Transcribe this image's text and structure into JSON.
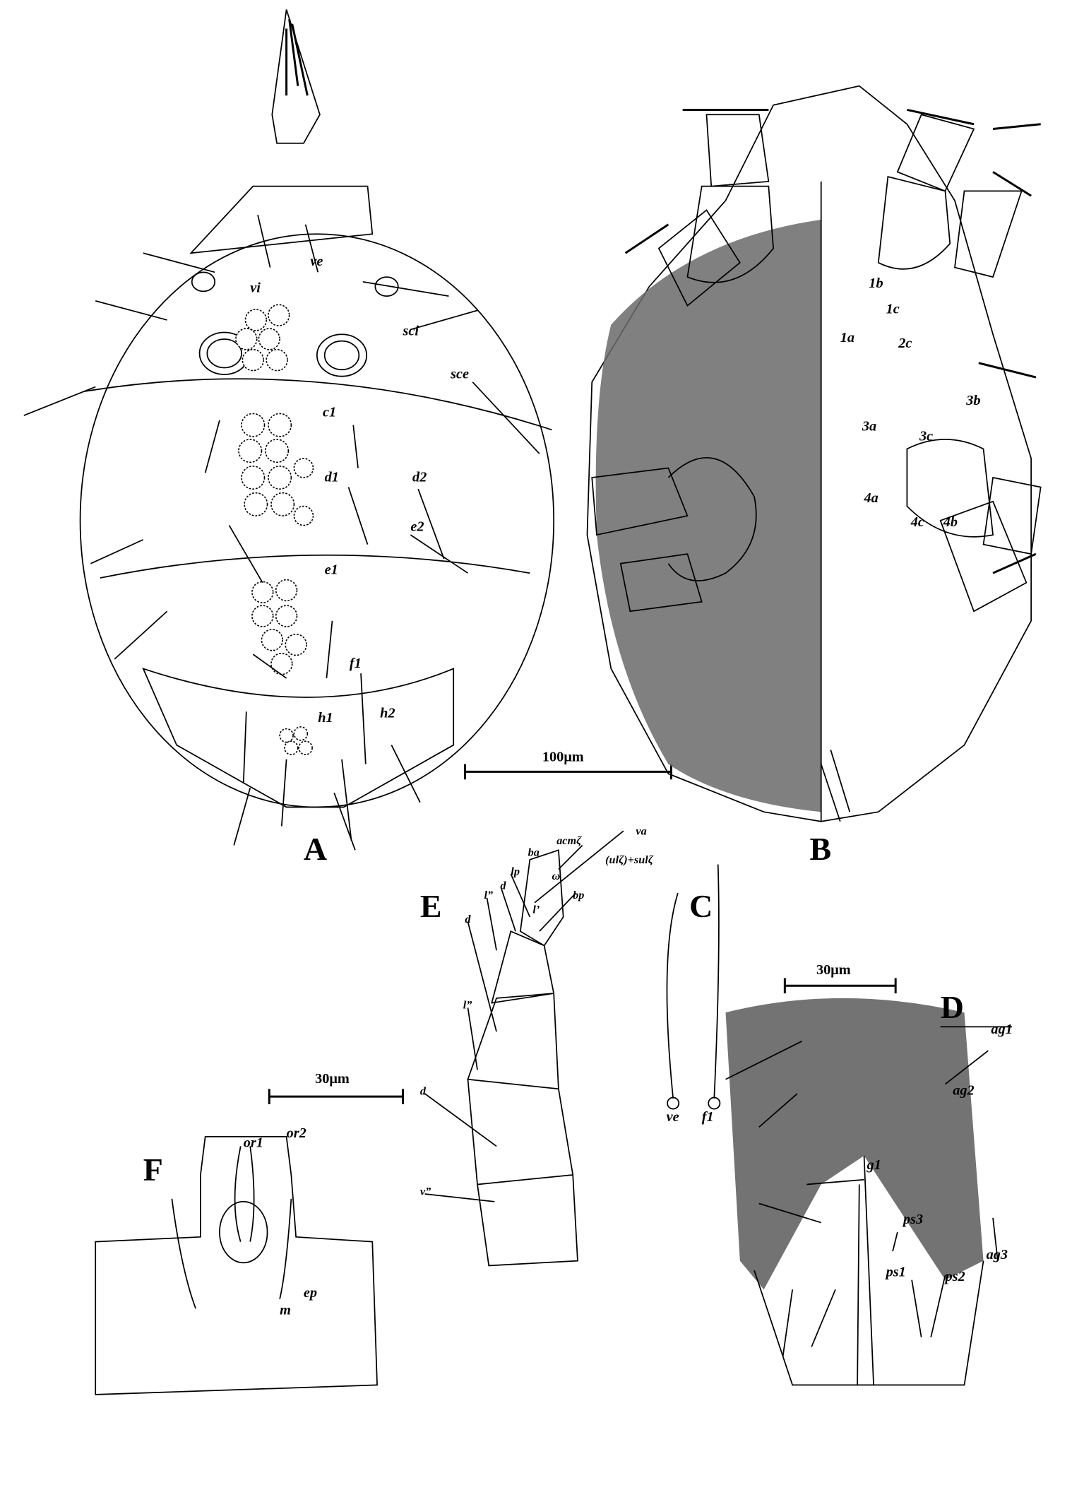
{
  "panels": {
    "A": "A",
    "B": "B",
    "C": "C",
    "D": "D",
    "E": "E",
    "F": "F"
  },
  "scale_bars": {
    "main": "100μm",
    "D": "30μm",
    "F": "30μm"
  },
  "panel_A": {
    "ve": "ve",
    "vi": "vi",
    "sci": "sci",
    "sce": "sce",
    "c1": "c1",
    "d1": "d1",
    "d2": "d2",
    "e1": "e1",
    "e2": "e2",
    "f1": "f1",
    "h1": "h1",
    "h2": "h2"
  },
  "panel_B": {
    "1a": "1a",
    "1b": "1b",
    "1c": "1c",
    "2c": "2c",
    "3a": "3a",
    "3b": "3b",
    "3c": "3c",
    "4a": "4a",
    "4b": "4b",
    "4c": "4c"
  },
  "panel_C": {
    "ve": "ve",
    "f1": "f1"
  },
  "panel_D": {
    "ag1": "ag1",
    "ag2": "ag2",
    "ag3": "ag3",
    "g1": "g1",
    "ps1": "ps1",
    "ps2": "ps2",
    "ps3": "ps3"
  },
  "panel_E": {
    "va": "va",
    "acm": "acmζ",
    "ul": "(ulζ)+sulζ",
    "ba": "ba",
    "lp": "lp",
    "omega": "ω",
    "d_tarsus": "d",
    "bp": "bp",
    "l2_tarsus": "l”",
    "l1": "l’",
    "d_tibia": "d",
    "l2_tibia": "l”",
    "d_genu": "d",
    "v2": "v”"
  },
  "panel_F": {
    "or1": "or1",
    "or2": "or2",
    "m": "m",
    "ep": "ep"
  }
}
